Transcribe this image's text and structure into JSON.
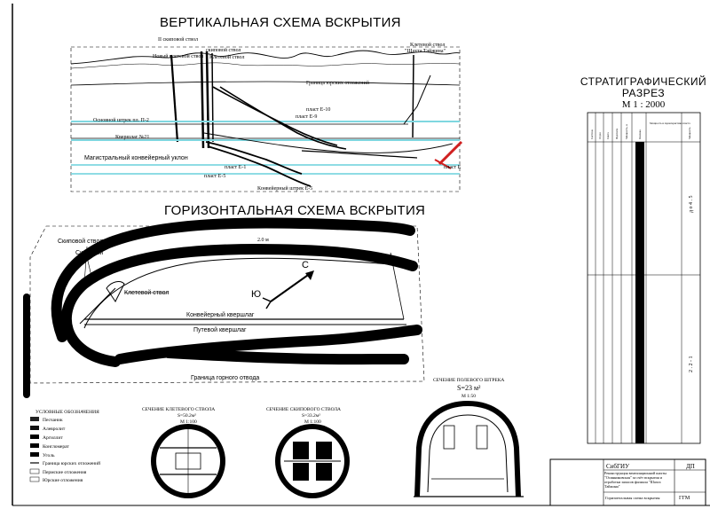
{
  "titles": {
    "vertical": "ВЕРТИКАЛЬНАЯ СХЕМА ВСКРЫТИЯ",
    "horizontal": "ГОРИЗОНТАЛЬНАЯ СХЕМА ВСКРЫТИЯ",
    "strat_line1": "СТРАТИГРАФИЧЕСКИЙ",
    "strat_line2": "РАЗРЕЗ",
    "strat_scale": "М 1 : 2000"
  },
  "vertical_scheme": {
    "labels": {
      "skip_shaft_2": "II скиповой ствол",
      "skip_shaft": "скиповой ствол",
      "cage_shaft_top": "Клетевой ствол",
      "new_cage_shaft": "Новый клетевой ствол",
      "old_cage_shaft": "Клетевой ствол",
      "old_cage_shaft_name": "\"Шахта Тайжина\"",
      "jurassic_boundary": "Граница юрских отложений",
      "main_drift": "Основной штрек пл. П-2",
      "crosscut": "Квершлаг №21",
      "conveyor_incline": "Магистральный конвейерный уклон",
      "conveyor_drift": "Конвейерный штрек Е-5",
      "seam_e1": "пласт Е-1",
      "seam_e5": "пласт Е-5",
      "seam_e10": "пласт Е-10",
      "seam_e9": "пласт Е-9",
      "seam_e": "пласт Е"
    }
  },
  "horizontal_scheme": {
    "labels": {
      "skip_shaft_1": "Скиповой ствол №1",
      "skip_shaft": "Скиповой",
      "cage_shaft": "Клетевой ствол",
      "conveyor_crosscut": "Конвейерный квершлаг",
      "track_crosscut": "Путевой квершлаг",
      "mining_boundary": "Граница горного отвода",
      "north": "С",
      "south": "Ю",
      "dim_20m": "2.0 м"
    }
  },
  "legend": {
    "title": "УСЛОВНЫЕ ОБОЗНАЧЕНИЯ",
    "items": [
      "Песчаник",
      "Алевролит",
      "Аргиллит",
      "Конгломерат",
      "Уголь",
      "Граница юрских отложений",
      "Пермские отложения",
      "Юрские отложения"
    ]
  },
  "sections": {
    "cage": {
      "title": "СЕЧЕНИЕ КЛЕТЕВОГО СТВОЛА",
      "area": "S=50.2м²",
      "scale": "М 1:100"
    },
    "skip": {
      "title": "СЕЧЕНИЕ СКИПОВОГО СТВОЛА",
      "area": "S=33.2м²",
      "scale": "М 1:100"
    },
    "drift": {
      "title": "СЕЧЕНИЕ ПОЛЕВОГО ШТРЕКА",
      "area": "S=23 м²",
      "scale": "М 1:50"
    }
  },
  "strat_column": {
    "headers": [
      "Система",
      "Отдел",
      "Свита",
      "Подсвита",
      "Мощность, м",
      "Колонка",
      "Мощность и характеристика пласта",
      "Мощность"
    ],
    "mid_value_upper": "д о 4 . 5",
    "mid_value_lower": "2 . 2 - 1"
  },
  "title_block": {
    "org": "СибГИУ",
    "code": "ДП",
    "desc": "Реконструкция вентиляционной шахты \"Осинниковская\" за счёт вскрытия и отработки запасов филиала \"Шахта Тайжина\"",
    "sheet_name": "Горизонтальная схема вскрытия",
    "group": "ГГМ"
  }
}
